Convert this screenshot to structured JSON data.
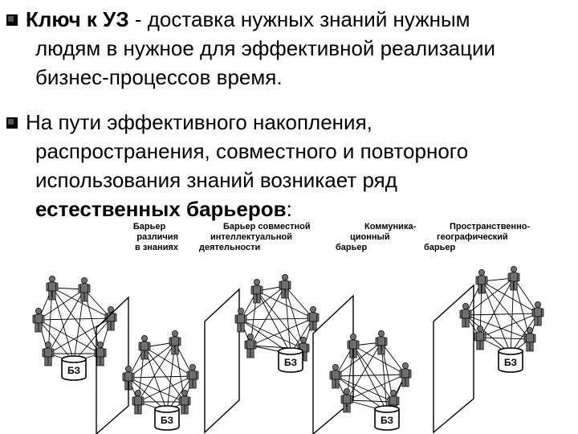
{
  "bullets": [
    {
      "bold": "Ключ к УЗ",
      "rest_line1": " - доставка нужных знаний нужным",
      "line2": "людям в нужное для эффективной реализации",
      "line3": "бизнес-процессов время."
    },
    {
      "line1": "На пути эффективного накопления,",
      "line2": "распространения, совместного и повторного",
      "line3": "использования знаний возникает ряд",
      "line4_bold": "естественных барьеров",
      "line4_rest": ":"
    }
  ],
  "diagram": {
    "captions": [
      {
        "l1": "Барьер",
        "l2": "различия",
        "l3": "в знаниях"
      },
      {
        "l1": "Барьер совместной",
        "l2": "интеллектуальной",
        "l3": "деятельности"
      },
      {
        "l1": "Коммуника-",
        "l2": "ционный",
        "l3": "барьер"
      },
      {
        "l1": "Пространственно-",
        "l2": "географический",
        "l3": "барьер"
      }
    ],
    "kb_label": "БЗ"
  }
}
